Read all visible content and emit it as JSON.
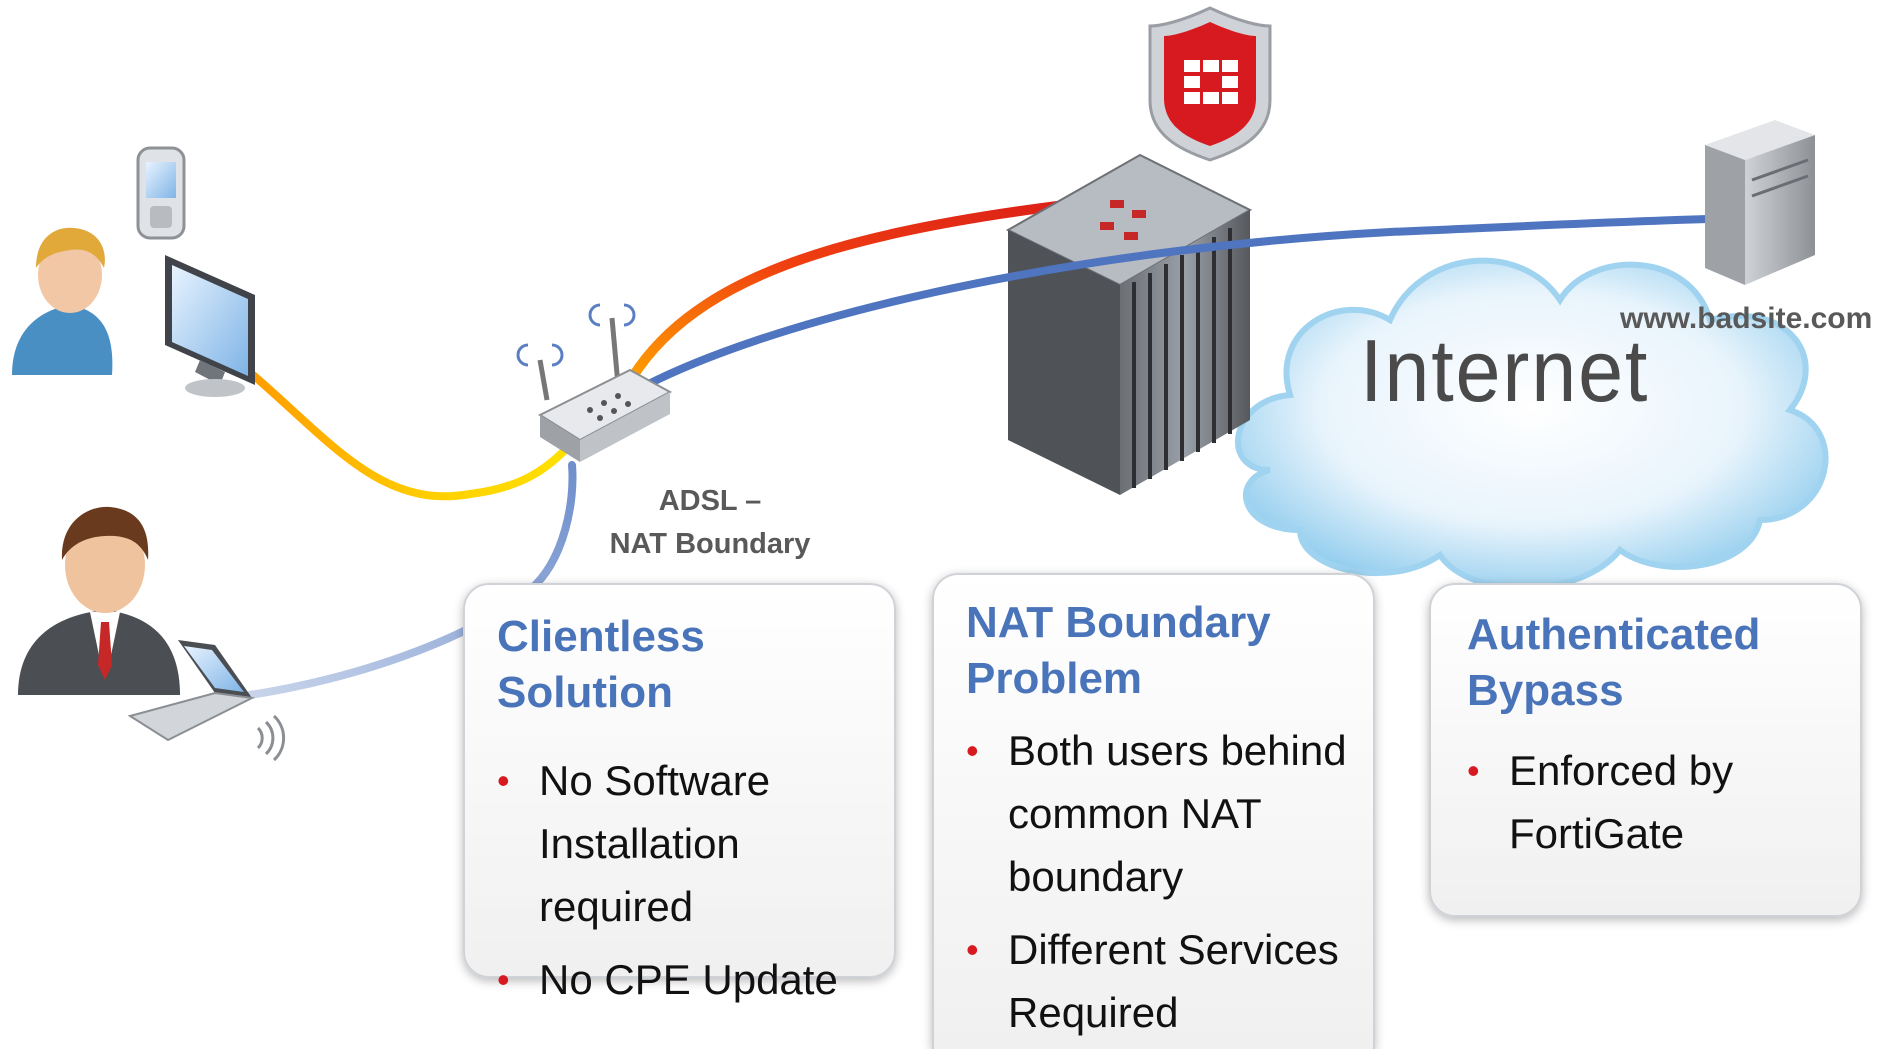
{
  "router_label_line1": "ADSL –",
  "router_label_line2": "NAT Boundary",
  "server_label": "www.badsite.com",
  "cloud_label": "Internet",
  "cards": [
    {
      "title": "Clientless Solution",
      "bullets": [
        "No Software Installation required",
        "No CPE Update"
      ]
    },
    {
      "title": "NAT Boundary Problem",
      "bullets": [
        "Both users behind common NAT boundary",
        "Different Services Required"
      ]
    },
    {
      "title": "Authenticated Bypass",
      "bullets": [
        "Enforced by FortiGate"
      ]
    }
  ],
  "colors": {
    "title_blue": "#4a74b9",
    "bullet_red": "#d71920",
    "red_path": "#e0231c",
    "blue_path": "#4f74c0",
    "yellow_path": "#ffcc00"
  }
}
